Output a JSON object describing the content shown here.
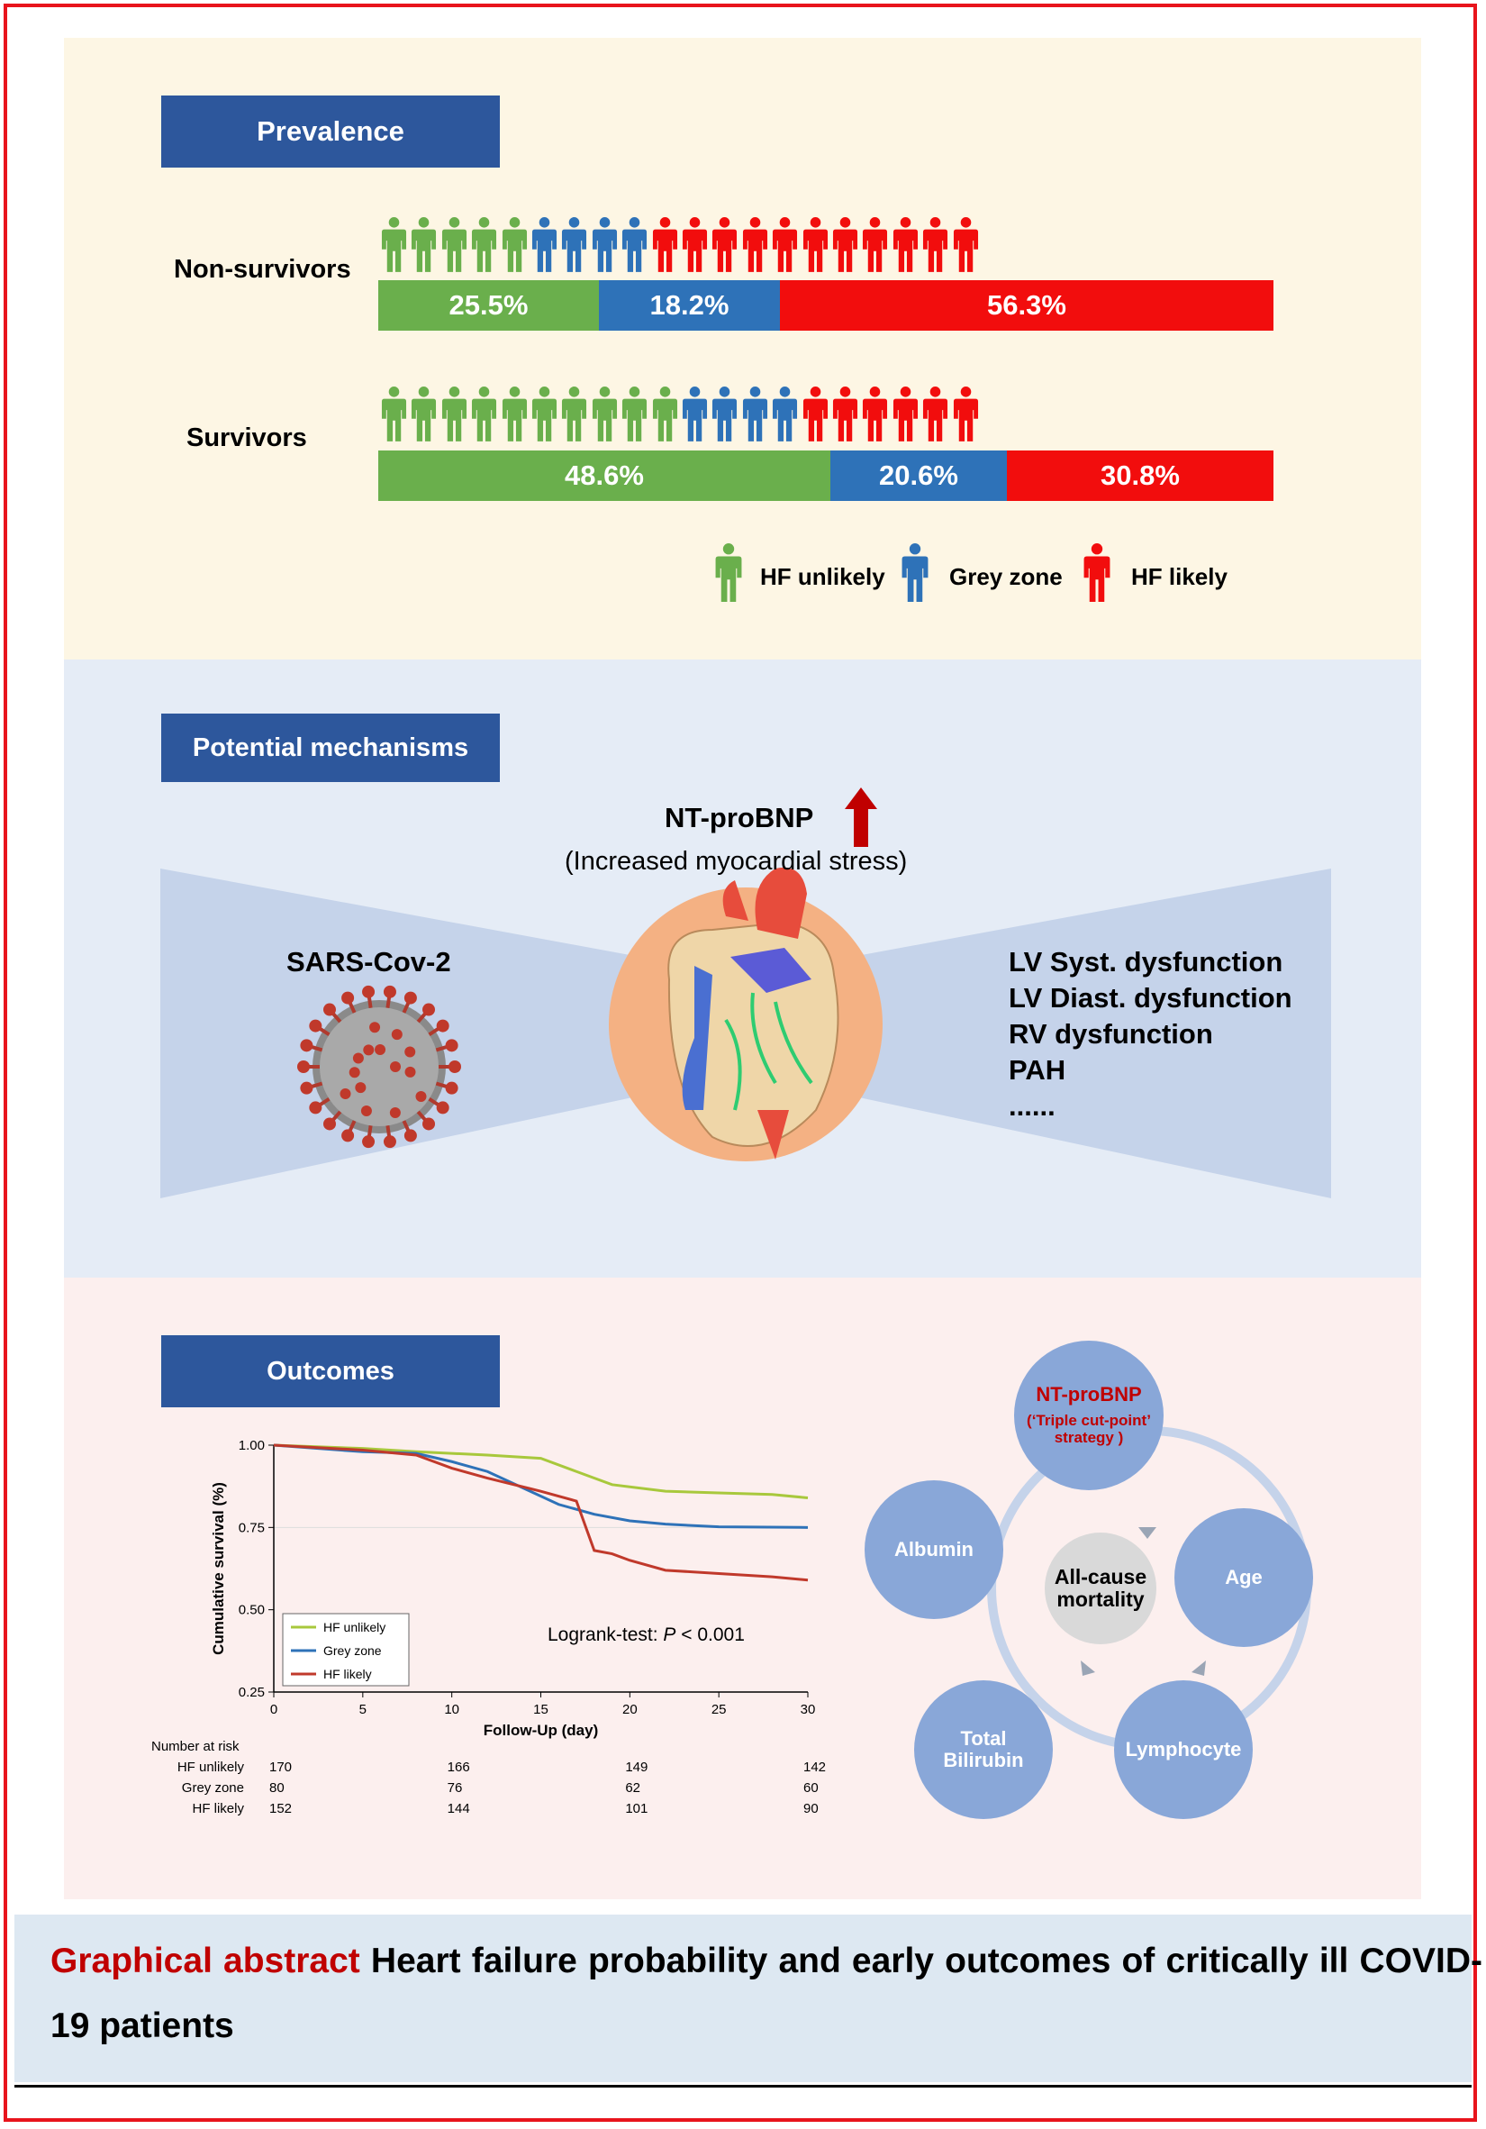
{
  "prevalence": {
    "header": "Prevalence",
    "non_survivors": {
      "label": "Non-survivors",
      "segments": [
        {
          "value": "25.5%",
          "fraction": 0.255,
          "color": "#6aaf4c"
        },
        {
          "value": "18.2%",
          "fraction": 0.182,
          "color": "#2e72b8"
        },
        {
          "value": "56.3%",
          "fraction": 0.563,
          "color": "#f20d0d"
        }
      ],
      "people": {
        "green": 5,
        "blue": 4,
        "red": 11
      }
    },
    "survivors": {
      "label": "Survivors",
      "segments": [
        {
          "value": "48.6%",
          "fraction": 0.486,
          "color": "#6aaf4c"
        },
        {
          "value": "20.6%",
          "fraction": 0.206,
          "color": "#2e72b8"
        },
        {
          "value": "30.8%",
          "fraction": 0.308,
          "color": "#f20d0d"
        }
      ],
      "people": {
        "green": 10,
        "blue": 4,
        "red": 6
      }
    },
    "legend": [
      {
        "label": "HF unlikely",
        "color": "#6aaf4c",
        "icon": "person-icon"
      },
      {
        "label": "Grey zone",
        "color": "#2e72b8",
        "icon": "person-icon"
      },
      {
        "label": "HF likely",
        "color": "#f20d0d",
        "icon": "person-icon"
      }
    ]
  },
  "mechanisms": {
    "header": "Potential mechanisms",
    "marker": "NT-proBNP",
    "marker_sub": "(Increased myocardial stress)",
    "virus_label": "SARS-Cov-2",
    "items": [
      "LV Syst. dysfunction",
      "LV Diast. dysfunction",
      "RV dysfunction",
      "PAH",
      "......"
    ],
    "colors": {
      "arrow": "#c00000",
      "funnel": "#c5d3ea",
      "heart_bg": "#f4b183"
    }
  },
  "outcomes": {
    "header": "Outcomes",
    "chart_data": {
      "type": "line",
      "ylabel": "Cumulative survival (%)",
      "xlabel": "Follow-Up (day)",
      "xlim": [
        0,
        30
      ],
      "ylim": [
        0.25,
        1.0
      ],
      "xticks": [
        0,
        5,
        10,
        15,
        20,
        25,
        30
      ],
      "yticks": [
        "0.25",
        "0.50",
        "0.75",
        "1.00"
      ],
      "annotation": {
        "text": "Logrank-test: ",
        "p": "P",
        "rest": " < 0.001"
      },
      "legend_position": "bottom-left",
      "series": [
        {
          "name": "HF unlikely",
          "color": "#a8c83c",
          "x": [
            0,
            5,
            8,
            12,
            15,
            17,
            19,
            22,
            25,
            28,
            30
          ],
          "y": [
            1.0,
            0.99,
            0.98,
            0.97,
            0.96,
            0.92,
            0.88,
            0.86,
            0.855,
            0.85,
            0.84
          ]
        },
        {
          "name": "Grey zone",
          "color": "#2e72b8",
          "x": [
            0,
            5,
            8,
            10,
            12,
            14,
            16,
            18,
            20,
            22,
            25,
            30
          ],
          "y": [
            1.0,
            0.98,
            0.975,
            0.95,
            0.92,
            0.87,
            0.82,
            0.79,
            0.77,
            0.76,
            0.752,
            0.75
          ]
        },
        {
          "name": "HF likely",
          "color": "#c0392b",
          "x": [
            0,
            5,
            8,
            10,
            12,
            15,
            17,
            18,
            19,
            20,
            22,
            25,
            28,
            30
          ],
          "y": [
            1.0,
            0.985,
            0.97,
            0.93,
            0.9,
            0.86,
            0.83,
            0.68,
            0.67,
            0.65,
            0.62,
            0.61,
            0.6,
            0.59
          ]
        }
      ],
      "risk_table": {
        "title": "Number at risk",
        "days": [
          0,
          10,
          20,
          30
        ],
        "rows": [
          {
            "name": "HF unlikely",
            "values": [
              "170",
              "166",
              "149",
              "142"
            ]
          },
          {
            "name": "Grey zone",
            "values": [
              "80",
              "76",
              "62",
              "60"
            ]
          },
          {
            "name": "HF likely",
            "values": [
              "152",
              "144",
              "101",
              "90"
            ]
          }
        ]
      }
    },
    "factors": {
      "center": "All-cause\nmortality",
      "top": "NT-proBNP",
      "top_sub": "(‘Triple cut-point’\nstrategy )",
      "nodes": [
        "Age",
        "Lymphocyte",
        "Total\nBilirubin",
        "Albumin"
      ]
    }
  },
  "footer": {
    "prefix": "Graphical abstract",
    "title": " Heart failure probability and early outcomes of critically ill COVID-19 patients",
    "prefix_color": "#c00000"
  }
}
